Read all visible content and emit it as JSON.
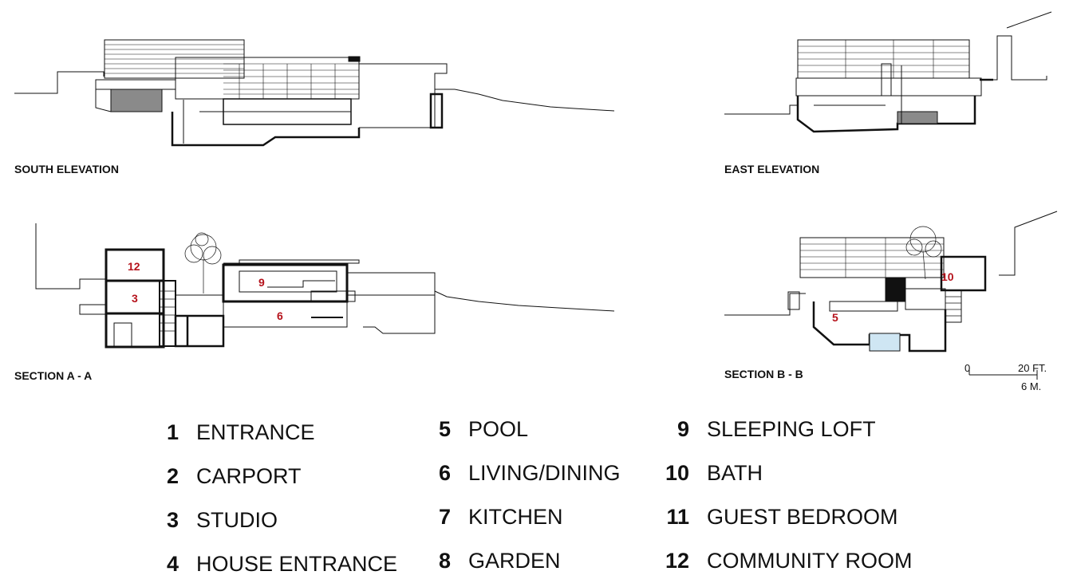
{
  "drawings": {
    "south_elevation": {
      "title": "SOUTH ELEVATION"
    },
    "east_elevation": {
      "title": "EAST ELEVATION"
    },
    "section_aa": {
      "title": "SECTION A - A",
      "room_tags": [
        "12",
        "3",
        "9",
        "6"
      ]
    },
    "section_bb": {
      "title": "SECTION B - B",
      "room_tags": [
        "10",
        "5"
      ]
    }
  },
  "scale_bar": {
    "zero": "0",
    "feet": "20 FT.",
    "meters": "6 M."
  },
  "legend": [
    {
      "num": "1",
      "label": "ENTRANCE"
    },
    {
      "num": "2",
      "label": "CARPORT"
    },
    {
      "num": "3",
      "label": "STUDIO"
    },
    {
      "num": "4",
      "label": "HOUSE ENTRANCE"
    },
    {
      "num": "5",
      "label": "POOL"
    },
    {
      "num": "6",
      "label": "LIVING/DINING"
    },
    {
      "num": "7",
      "label": "KITCHEN"
    },
    {
      "num": "8",
      "label": "GARDEN"
    },
    {
      "num": "9",
      "label": "SLEEPING LOFT"
    },
    {
      "num": "10",
      "label": "BATH"
    },
    {
      "num": "11",
      "label": "GUEST BEDROOM"
    },
    {
      "num": "12",
      "label": "COMMUNITY ROOM"
    }
  ],
  "colors": {
    "room_tag": "#b5121b",
    "ink": "#111111",
    "pool_water": "#cfe6f3",
    "fill_gray": "#8a8a8a"
  }
}
